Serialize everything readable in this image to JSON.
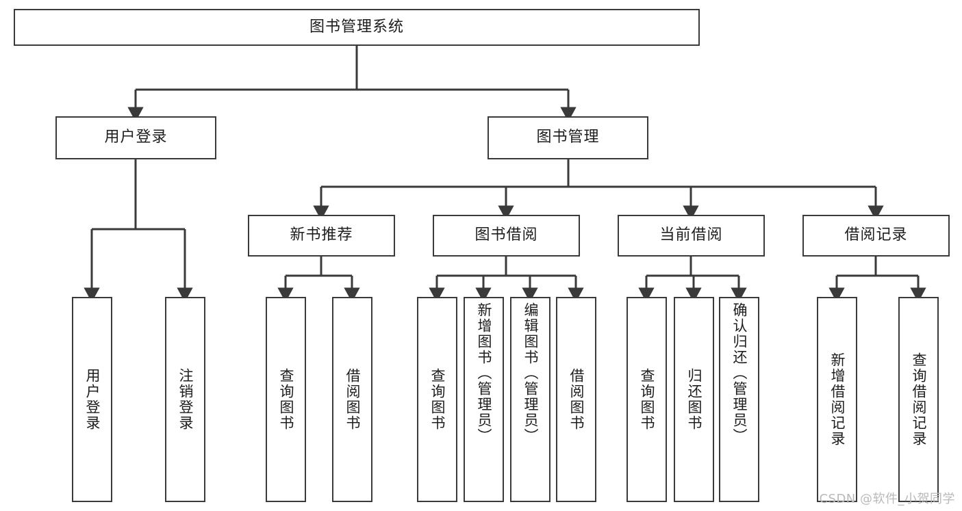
{
  "diagram": {
    "type": "tree-hierarchy",
    "root": {
      "label": "图书管理系统"
    },
    "level2": [
      {
        "label": "用户登录"
      },
      {
        "label": "图书管理"
      }
    ],
    "level3": [
      {
        "label": "新书推荐"
      },
      {
        "label": "图书借阅"
      },
      {
        "label": "当前借阅"
      },
      {
        "label": "借阅记录"
      }
    ],
    "leaves": {
      "user_login": [
        {
          "label": "用户登录"
        },
        {
          "label": "注销登录"
        }
      ],
      "new_book_recommend": [
        {
          "label": "查询图书"
        },
        {
          "label": "借阅图书"
        }
      ],
      "book_borrow": [
        {
          "label": "查询图书"
        },
        {
          "label": "新增图书（管理员）"
        },
        {
          "label": "编辑图书（管理员）"
        },
        {
          "label": "借阅图书"
        }
      ],
      "current_borrow": [
        {
          "label": "查询图书"
        },
        {
          "label": "归还图书"
        },
        {
          "label": "确认归还（管理员）"
        }
      ],
      "borrow_record": [
        {
          "label": "新增借阅记录"
        },
        {
          "label": "查询借阅记录"
        }
      ]
    }
  },
  "watermark": {
    "text": "CSDN @软件_小贺同学"
  },
  "colors": {
    "border": "#3a3a3a",
    "background": "#ffffff",
    "text": "#1d1d1d",
    "watermark": "#b9b9b9"
  }
}
